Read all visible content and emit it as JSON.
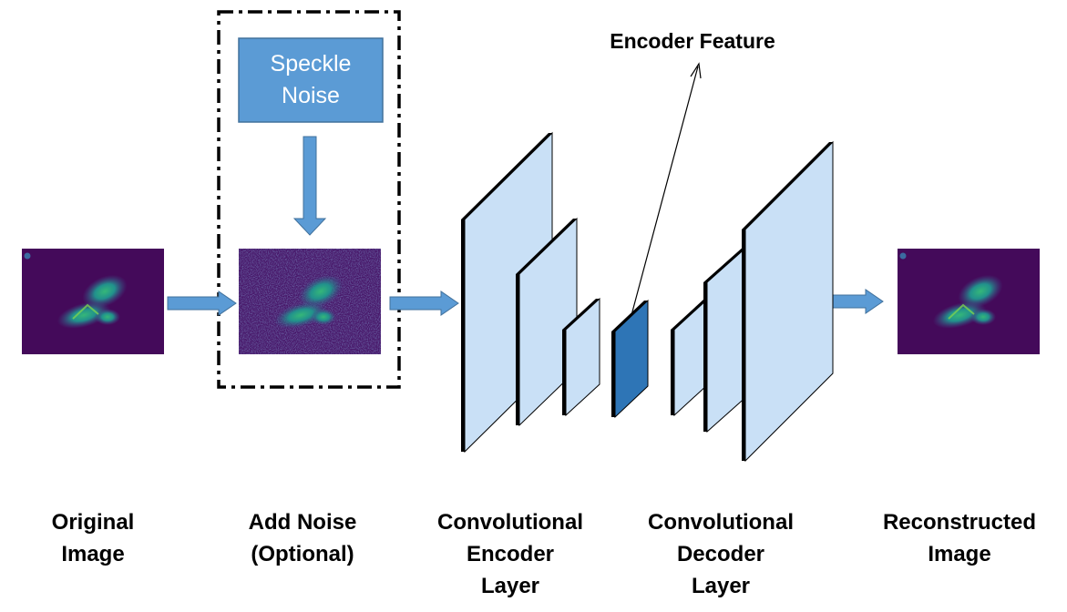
{
  "speckle_box": {
    "line1": "Speckle",
    "line2": "Noise"
  },
  "encoder_feature_label": "Encoder Feature",
  "labels": {
    "original": [
      "Original",
      "Image"
    ],
    "add_noise": [
      "Add Noise",
      "(Optional)"
    ],
    "encoder": [
      "Convolutional",
      "Encoder",
      "Layer"
    ],
    "decoder": [
      "Convolutional",
      "Decoder",
      "Layer"
    ],
    "reconstructed": [
      "Reconstructed",
      "Image"
    ]
  },
  "colors": {
    "speckle_box": "#5b9bd5",
    "arrow": "#5b9bd5",
    "layer_face": "#c9e0f6",
    "feature_face": "#2e75b6",
    "image_bg": "#440a5a"
  }
}
